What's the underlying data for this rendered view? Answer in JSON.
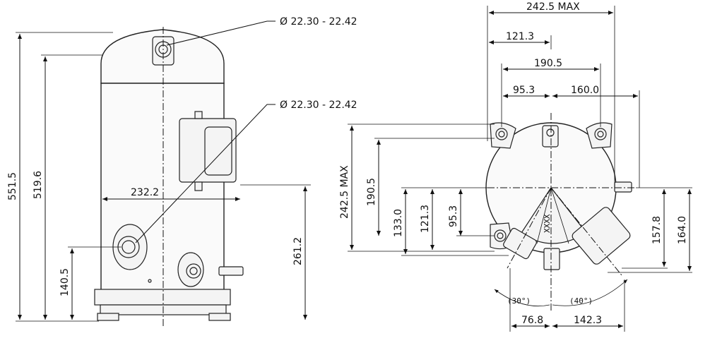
{
  "side_view": {
    "diameter_top": "Ø 22.30 - 22.42",
    "diameter_mid": "Ø 22.30 - 22.42",
    "total_height": "551.5",
    "body_height": "519.6",
    "width_to_box": "232.2",
    "connector_height": "261.2",
    "suction_height": "140.5"
  },
  "top_view": {
    "max_width": "242.5 MAX",
    "half_width": "121.3",
    "mount_spacing": "190.5",
    "left_offset": "95.3",
    "right_offset": "160.0",
    "max_depth": "242.5 MAX",
    "depth_190": "190.5",
    "depth_133": "133.0",
    "depth_121": "121.3",
    "depth_95": "95.3",
    "depth_157": "157.8",
    "depth_164": "164.0",
    "angle_left": "(30°)",
    "angle_right": "(40°)",
    "bottom_left": "76.8",
    "bottom_right": "142.3",
    "stamp_text": "XXXX"
  }
}
